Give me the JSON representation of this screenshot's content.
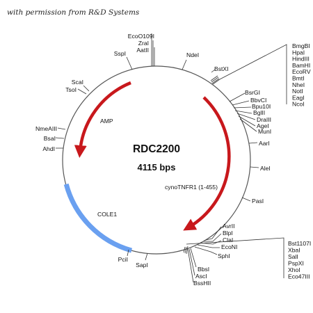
{
  "credit": "with permission from R&D Systems",
  "plasmid": {
    "name": "RDC2200",
    "size": "4115 bps"
  },
  "features": {
    "amp": {
      "label": "AMP",
      "color": "#c8181c"
    },
    "cynotnfr1": {
      "label": "cynoTNFR1 (1-455)",
      "color": "#c8181c"
    },
    "cole1": {
      "label": "COLE1",
      "color": "#6aa0f0"
    }
  },
  "sites": {
    "ecoo109i": "EcoO109I",
    "zrai": "ZraI",
    "aatii": "AatII",
    "sspi": "SspI",
    "ndei": "NdeI",
    "scai": "ScaI",
    "tsoi": "TsoI",
    "bstxi": "BstXI",
    "bsrgi": "BsrGI",
    "bbvci": "BbvCI",
    "bpu10i": "Bpu10I",
    "bglii": "BglII",
    "drai": "DraIII",
    "agei": "AgeI",
    "muni": "MunI",
    "aari": "AarI",
    "alei": "AleI",
    "psai": "PasI",
    "nmeaiii": "NmeAIII",
    "bsai": "BsaI",
    "ahdi": "AhdI",
    "avrii": "AvrII",
    "blpi": "BlpI",
    "clai": "ClaI",
    "econi": "EcoNI",
    "sphi": "SphI",
    "pcii": "PciI",
    "sapi": "SapI",
    "bbsi": "BbsI",
    "asci": "AscI",
    "bsshii": "BssHII"
  },
  "mcs_top": [
    "BmgBI",
    "HpaI",
    "HindIII",
    "BamHI",
    "EcoRV",
    "BmtI",
    "NheI",
    "NotI",
    "EagI",
    "NcoI"
  ],
  "mcs_bottom": [
    "Bst1107I",
    "XbaI",
    "SalI",
    "PspXI",
    "XhoI",
    "Eco47III"
  ]
}
